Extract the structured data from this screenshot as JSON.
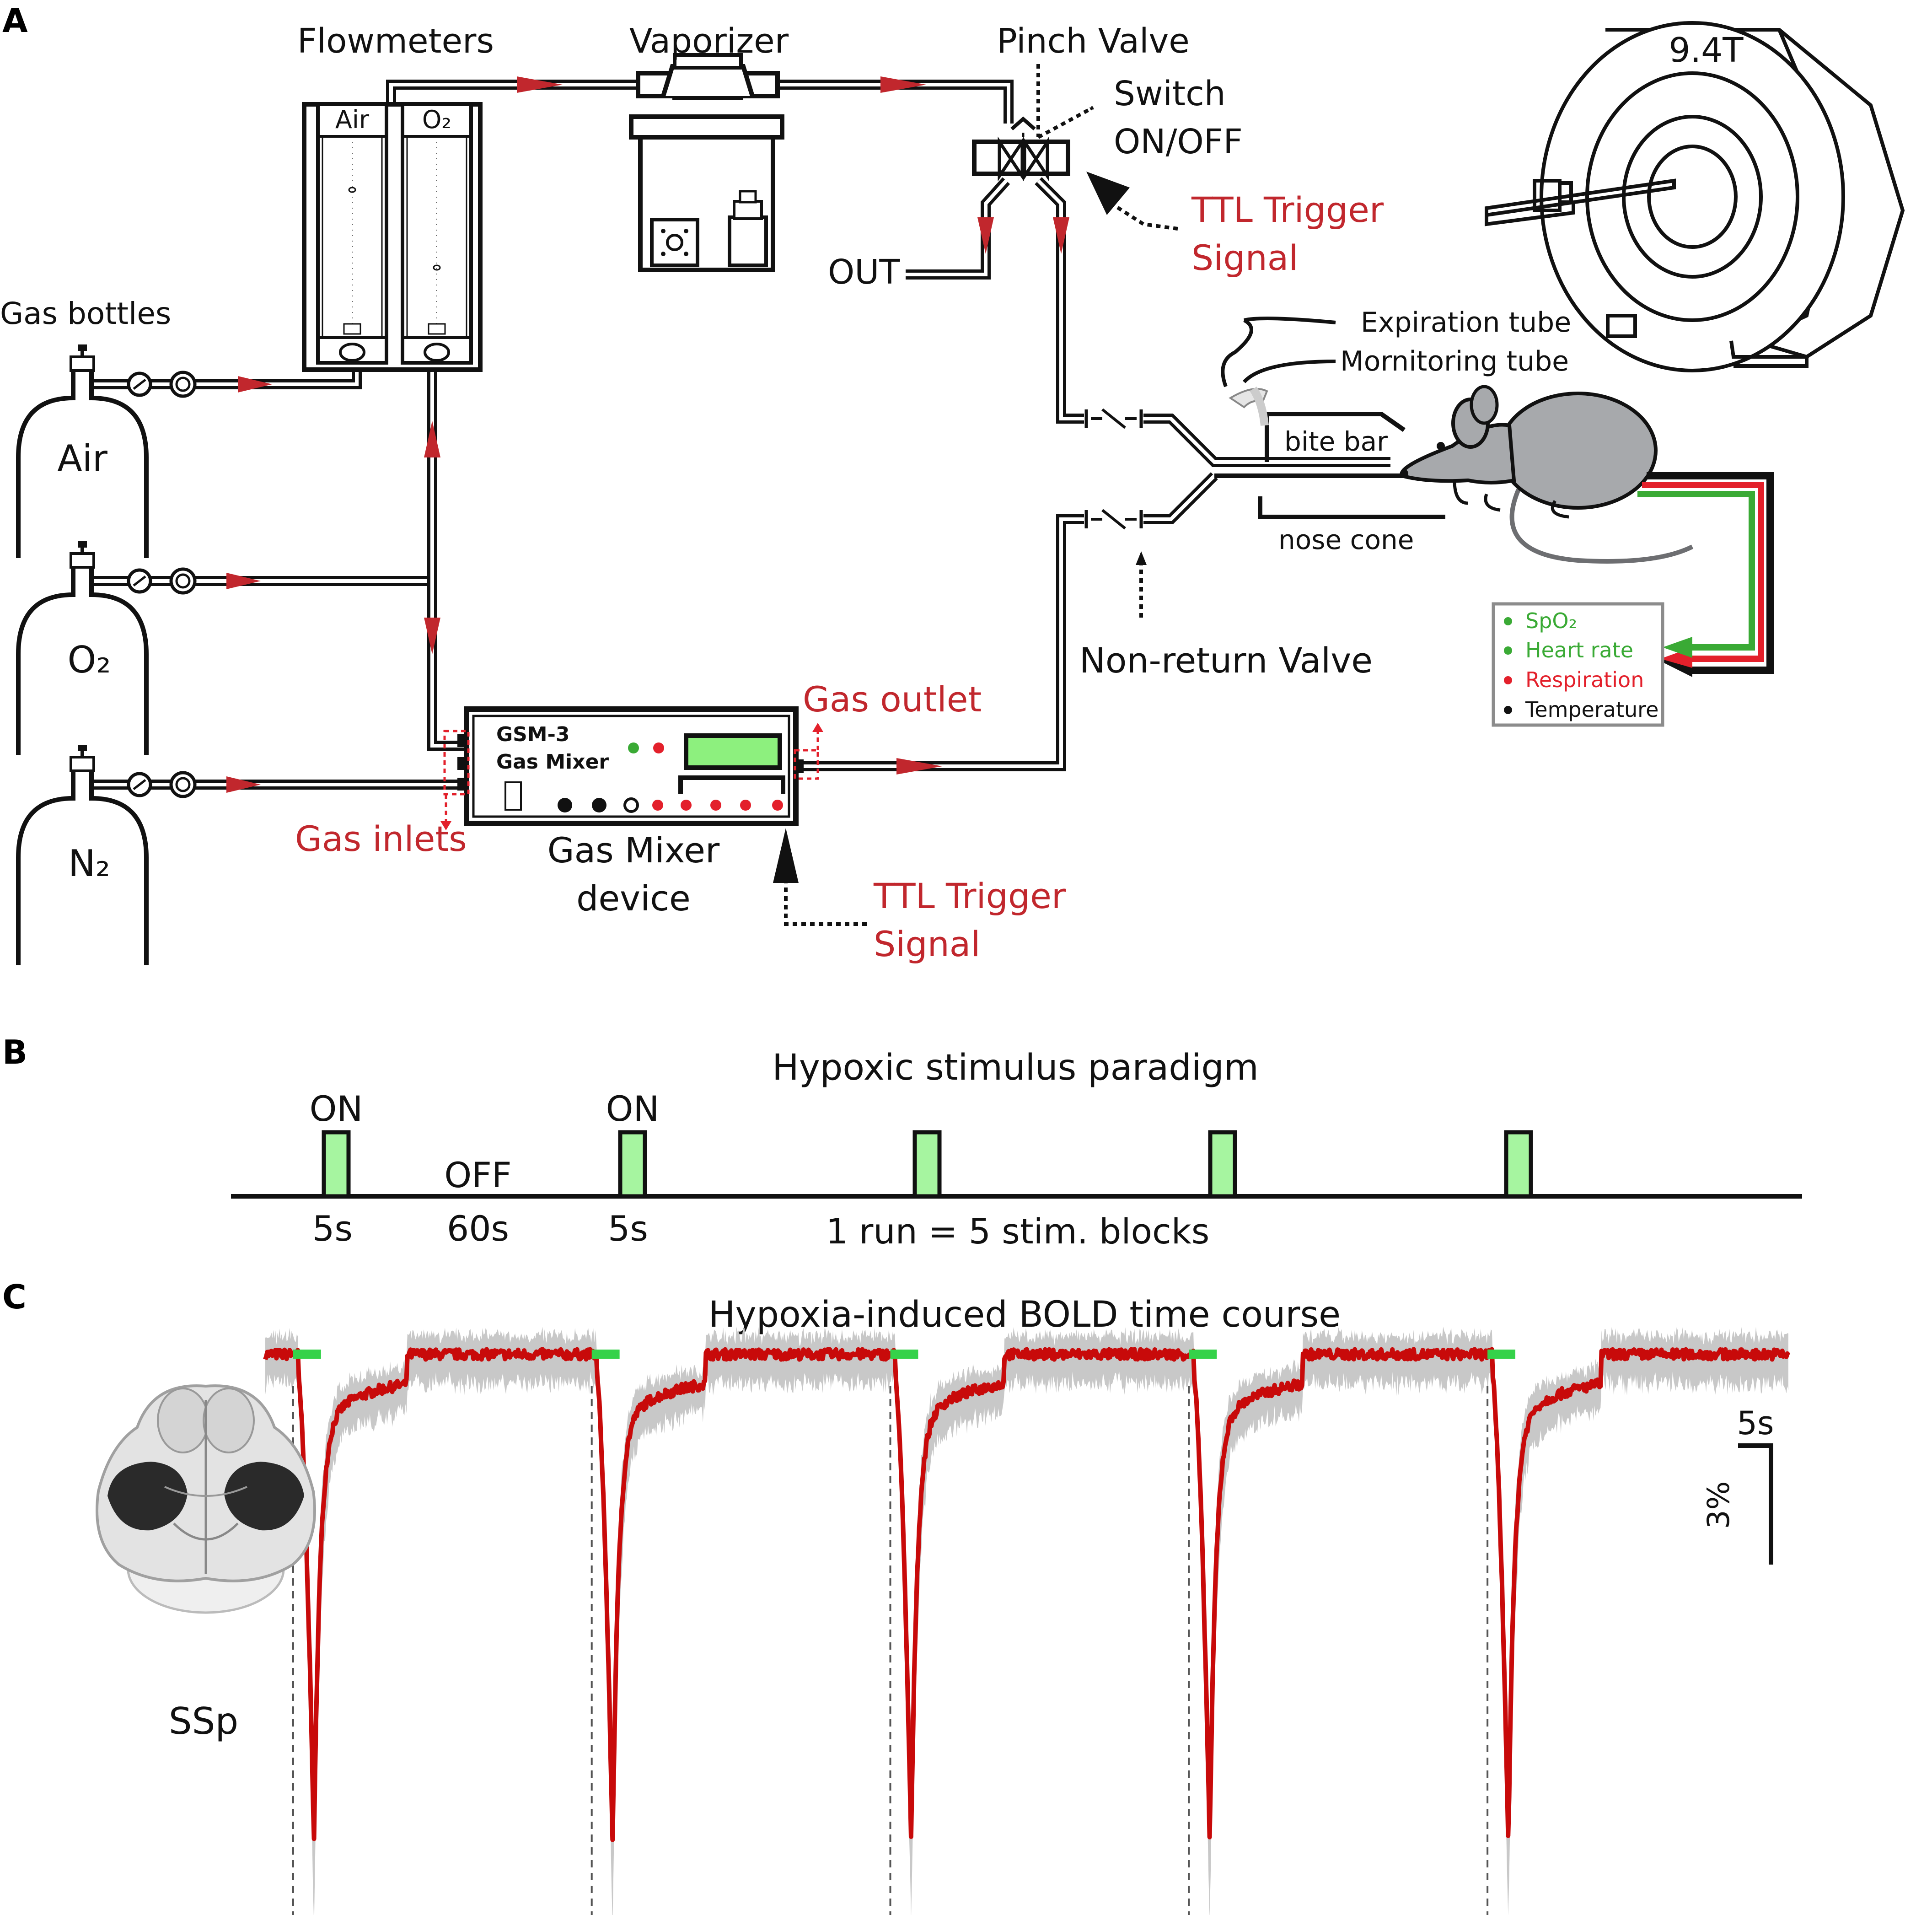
{
  "panels": {
    "a": "A",
    "b": "B",
    "c": "C"
  },
  "panel_a": {
    "labels": {
      "flowmeters": "Flowmeters",
      "vaporizer": "Vaporizer",
      "pinch_valve": "Pinch Valve",
      "switch_line1": "Switch",
      "switch_line2": "ON/OFF",
      "ttl_top_line1": "TTL Trigger",
      "ttl_top_line2": "Signal",
      "out": "OUT",
      "gas_bottles": "Gas bottles",
      "bottle_air": "Air",
      "bottle_o2": "O₂",
      "bottle_n2": "N₂",
      "flowmeter_air": "Air",
      "flowmeter_o2": "O₂",
      "gsm_line1": "GSM-3",
      "gsm_line2": "Gas Mixer",
      "gas_outlet": "Gas outlet",
      "gas_inlets": "Gas inlets",
      "mixer_device_line1": "Gas Mixer",
      "mixer_device_line2": "device",
      "ttl_bottom_line1": "TTL Trigger",
      "ttl_bottom_line2": "Signal",
      "non_return_valve": "Non-return Valve",
      "expiration_tube": "Expiration tube",
      "monitoring_tube": "Mornitoring tube",
      "bite_bar": "bite bar",
      "nose_cone": "nose cone",
      "magnet": "9.4T"
    },
    "monitor_legend": [
      {
        "label": "SpO₂",
        "color": "#3aaa35"
      },
      {
        "label": "Heart rate",
        "color": "#3aaa35"
      },
      {
        "label": "Respiration",
        "color": "#e3202b"
      },
      {
        "label": "Temperature",
        "color": "#111111"
      }
    ],
    "colors": {
      "arrow_red": "#c1272d",
      "text_red": "#c1272d",
      "mouse_grey": "#a7a9ac"
    }
  },
  "panel_b": {
    "title": "Hypoxic stimulus paradigm",
    "on_label": "ON",
    "off_label": "OFF",
    "on_duration": "5s",
    "off_duration": "60s",
    "run_note": "1 run = 5 stim. blocks",
    "block_color": "#a6f5a0"
  },
  "panel_c": {
    "title": "Hypoxia-induced BOLD  time course",
    "region_label": "SSp",
    "scale_time": "5s",
    "scale_amplitude": "3%",
    "stim_color": "#35d24a",
    "trace_color": "#c80a0a",
    "sem_color": "#c8c8c8"
  },
  "chart_data": {
    "type": "line",
    "title": "Hypoxia-induced BOLD  time course",
    "xlabel": "",
    "ylabel": "",
    "series": [
      {
        "values": "BOLD signal, mean ± SEM"
      }
    ],
    "n_blocks": 5,
    "stimulus_duration_s": 5,
    "inter_stimulus_s": 60,
    "scale_bar": {
      "time": "5s",
      "amplitude": "3%"
    },
    "block_response": {
      "onset_delay_s": 1,
      "time_to_peak_s": 3.5,
      "peak_change_pct": -11.5,
      "recovery_time_s": 4,
      "baseline_pct": 0
    }
  }
}
